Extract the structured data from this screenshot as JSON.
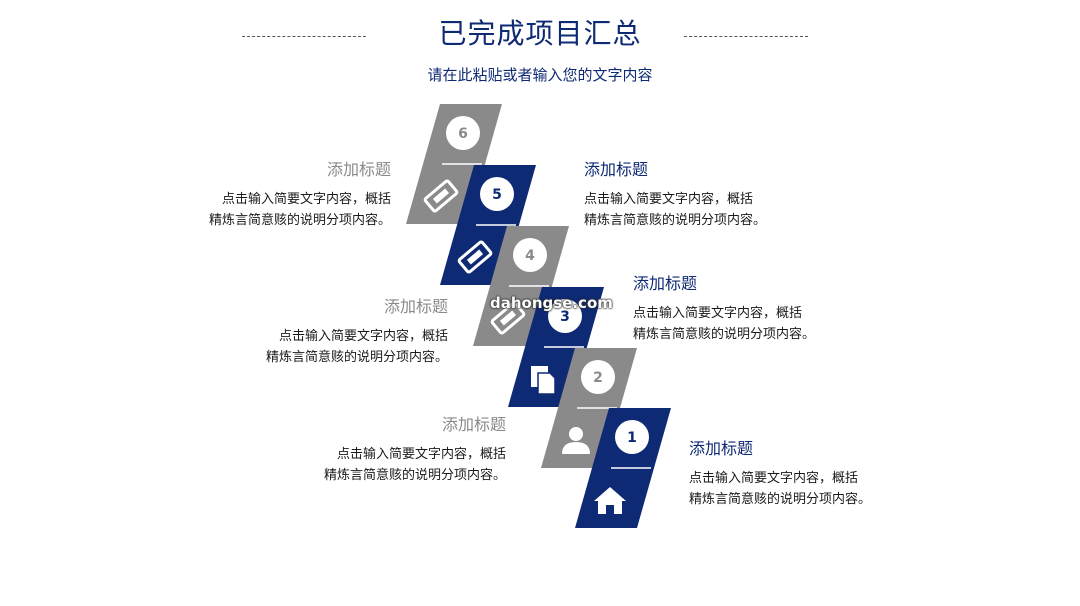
{
  "header": {
    "title": "已完成项目汇总",
    "subtitle": "请在此粘贴或者输入您的文字内容"
  },
  "colors": {
    "navy": "#0f2a74",
    "gray": "#8a8a8a"
  },
  "steps": [
    {
      "number": "1",
      "color": "navy",
      "icon": "home-icon",
      "heading": "添加标题",
      "text1": "点击输入简要文字内容，概括",
      "text2": "精炼言简意赅的说明分项内容。"
    },
    {
      "number": "2",
      "color": "gray",
      "icon": "user-icon",
      "heading": "添加标题",
      "text1": "点击输入简要文字内容，概括",
      "text2": "精炼言简意赅的说明分项内容。"
    },
    {
      "number": "3",
      "color": "navy",
      "icon": "document-copy-icon",
      "heading": "添加标题",
      "text1": "点击输入简要文字内容，概括",
      "text2": "精炼言简意赅的说明分项内容。"
    },
    {
      "number": "4",
      "color": "gray",
      "icon": "ticket-icon",
      "heading": "添加标题",
      "text1": "点击输入简要文字内容，概括",
      "text2": "精炼言简意赅的说明分项内容。"
    },
    {
      "number": "5",
      "color": "navy",
      "icon": "ticket-icon",
      "heading": "添加标题",
      "text1": "点击输入简要文字内容，概括",
      "text2": "精炼言简意赅的说明分项内容。"
    },
    {
      "number": "6",
      "color": "gray",
      "icon": "ticket-icon",
      "heading": "添加标题",
      "text1": "点击输入简要文字内容，概括",
      "text2": "精炼言简意赅的说明分项内容。"
    }
  ],
  "watermark": "dahongse.com"
}
